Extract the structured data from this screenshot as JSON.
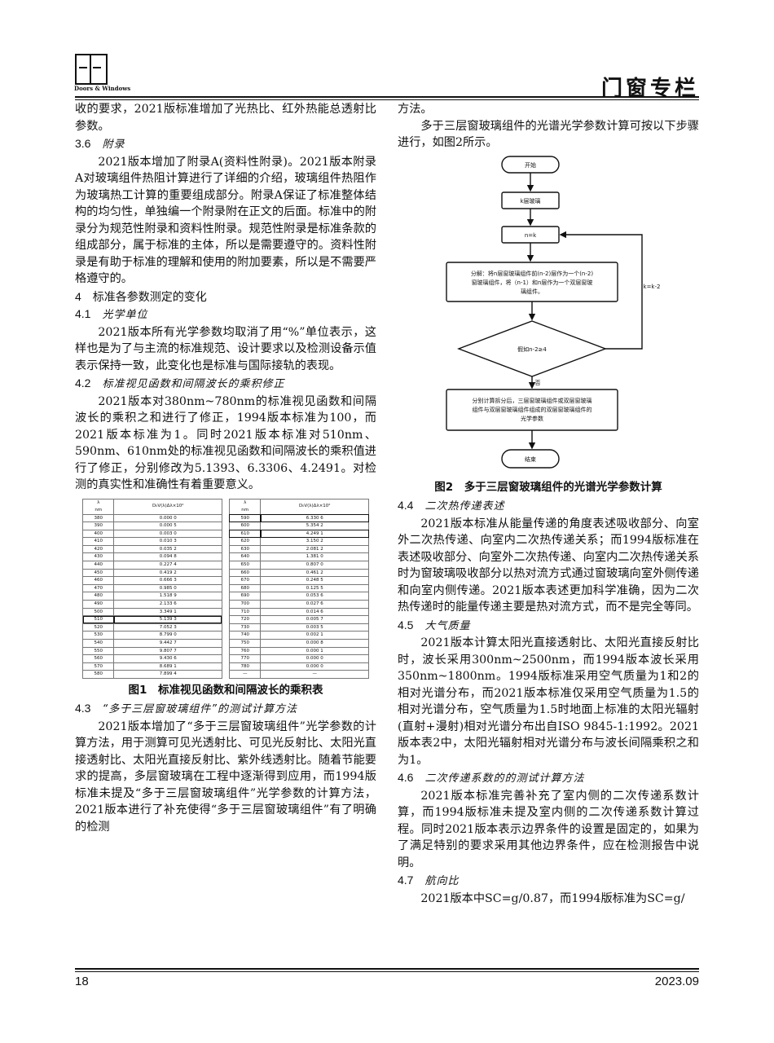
{
  "header": {
    "logo_text": "Doors & Windows",
    "column_title": "门窗专栏"
  },
  "footer": {
    "page_number": "18",
    "issue": "2023.09"
  },
  "left": {
    "p1": "收的要求，2021版标准增加了光热比、红外热能总透射比参数。",
    "h36_num": "3.6",
    "h36_title": "附录",
    "p2": "2021版本增加了附录A(资料性附录)。2021版本附录A对玻璃组件热阻计算进行了详细的介绍，玻璃组件热阻作为玻璃热工计算的重要组成部分。附录A保证了标准整体结构的均匀性，单独编一个附录附在正文的后面。标准中的附录分为规范性附录和资料性附录。规范性附录是标准条款的组成部分，属于标准的主体，所以是需要遵守的。资料性附录是有助于标准的理解和使用的附加要素，所以是不需要严格遵守的。",
    "h4": "4　标准各参数测定的变化",
    "h41_num": "4.1",
    "h41_title": "光学单位",
    "p3": "2021版本所有光学参数均取消了用“%”单位表示，这样也是为了与主流的标准规范、设计要求以及检测设备示值表示保持一致，此变化也是标准与国际接轨的表现。",
    "h42_num": "4.2",
    "h42_title": "标准视见函数和间隔波长的乘积修正",
    "p4": "2021版本对380nm~780nm的标准视见函数和间隔波长的乘积之和进行了修正，1994版本标准为100，而2021版本标准为1。同时2021版本标准对510nm、590nm、610nm处的标准视见函数和间隔波长的乘积值进行了修正，分别修改为5.1393、6.3306、4.2491。对检测的真实性和准确性有着重要意义。",
    "fig1_caption": "图1　标准视见函数和间隔波长的乘积表",
    "h43_num": "4.3",
    "h43_title": "“多于三层窗玻璃组件”的测试计算方法",
    "p5": "2021版本增加了“多于三层窗玻璃组件”光学参数的计算方法，用于测算可见光透射比、可见光反射比、太阳光直接透射比、太阳光直接反射比、紫外线透射比。随着节能要求的提高，多层窗玻璃在工程中逐渐得到应用，而1994版标准未提及“多于三层窗玻璃组件”光学参数的计算方法，2021版本进行了补充使得“多于三层窗玻璃组件”有了明确的检测"
  },
  "table": {
    "h_lambda": "λ",
    "h_unit": "nm",
    "h_value": "D₀V(λ)Δλ×10²",
    "rows": [
      [
        "380",
        "0.000 0",
        "590",
        "6.330 6"
      ],
      [
        "390",
        "0.000 5",
        "600",
        "5.354 2"
      ],
      [
        "400",
        "0.003 0",
        "610",
        "4.249 1"
      ],
      [
        "410",
        "0.010 3",
        "620",
        "3.150 2"
      ],
      [
        "420",
        "0.035 2",
        "630",
        "2.081 2"
      ],
      [
        "430",
        "0.094 8",
        "640",
        "1.381 0"
      ],
      [
        "440",
        "0.227 4",
        "650",
        "0.807 0"
      ],
      [
        "450",
        "0.419 2",
        "660",
        "0.461 2"
      ],
      [
        "460",
        "0.666 3",
        "670",
        "0.248 5"
      ],
      [
        "470",
        "0.985 0",
        "680",
        "0.125 5"
      ],
      [
        "480",
        "1.518 9",
        "690",
        "0.053 6"
      ],
      [
        "490",
        "2.133 6",
        "700",
        "0.027 6"
      ],
      [
        "500",
        "3.349 1",
        "710",
        "0.014 6"
      ],
      [
        "510",
        "5.139 3",
        "720",
        "0.005 7"
      ],
      [
        "520",
        "7.052 3",
        "730",
        "0.003 5"
      ],
      [
        "530",
        "8.799 0",
        "740",
        "0.002 1"
      ],
      [
        "540",
        "9.442 7",
        "750",
        "0.000 8"
      ],
      [
        "550",
        "9.807 7",
        "760",
        "0.000 1"
      ],
      [
        "560",
        "9.430 6",
        "770",
        "0.000 0"
      ],
      [
        "570",
        "8.689 1",
        "780",
        "0.000 0"
      ],
      [
        "580",
        "7.899 4",
        "—",
        "—"
      ]
    ]
  },
  "right": {
    "p1": "方法。",
    "p2": "多于三层窗玻璃组件的光谱光学参数计算可按以下步骤进行，如图2所示。",
    "flow": {
      "start": "开始",
      "step1": "k层玻璃",
      "step2": "n=k",
      "step3_l1": "分解：将n层窗玻璃组件前(n-2)层作为一个(n-2)",
      "step3_l2": "窗玻璃组件，将（n-1）和n层作为一个双层窗玻",
      "step3_l3": "璃组件。",
      "loop": "k=k-2",
      "decision": "假如n-2≥4",
      "no": "否",
      "step4_l1": "分别计算拆分后，三层窗玻璃组件或双层窗玻璃",
      "step4_l2": "组件与双层窗玻璃组件组成的双层窗玻璃组件的",
      "step4_l3": "光学参数",
      "end": "结束"
    },
    "fig2_caption": "图2　多于三层窗玻璃组件的光谱光学参数计算",
    "h44_num": "4.4",
    "h44_title": "二次热传递表述",
    "p3": "2021版本标准从能量传递的角度表述吸收部分、向室外二次热传递、向室内二次热传递关系；而1994版标准在表述吸收部分、向室外二次热传递、向室内二次热传递关系时为窗玻璃吸收部分以热对流方式通过窗玻璃向室外侧传递和向室内侧传递。2021版本表述更加科学准确，因为二次热传递时的能量传递主要是热对流方式，而不是完全等同。",
    "h45_num": "4.5",
    "h45_title": "大气质量",
    "p4": "2021版本计算太阳光直接透射比、太阳光直接反射比时，波长采用300nm~2500nm，而1994版本波长采用350nm~1800nm。1994版标准采用空气质量为1和2的相对光谱分布，而2021版本标准仅采用空气质量为1.5的相对光谱分布，空气质量为1.5时地面上标准的太阳光辐射(直射+漫射)相对光谱分布出自ISO 9845-1:1992。2021版本表2中，太阳光辐射相对光谱分布与波长间隔乘积之和为1。",
    "h46_num": "4.6",
    "h46_title": "二次传递系数的的测试计算方法",
    "p5": "2021版本标准完善补充了室内侧的二次传递系数计算，而1994版标准未提及室内侧的二次传递系数计算过程。同时2021版本表示边界条件的设置是固定的，如果为了满足特别的要求采用其他边界条件，应在检测报告中说明。",
    "h47_num": "4.7",
    "h47_title": "航向比",
    "p6": "2021版本中SC=g/0.87，而1994版标准为SC=g/"
  }
}
